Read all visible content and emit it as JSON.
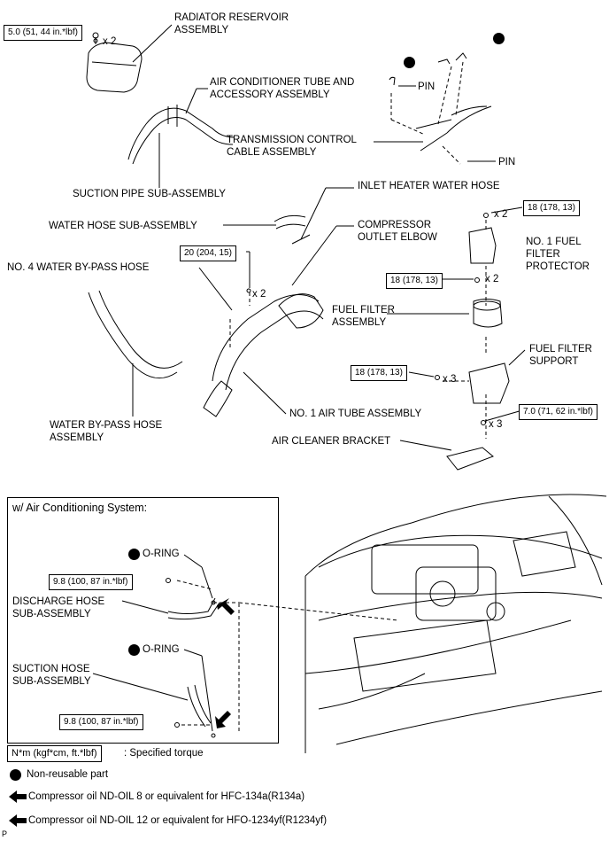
{
  "labels": {
    "radiator_reservoir": "RADIATOR RESERVOIR\nASSEMBLY",
    "ac_tube": "AIR CONDITIONER TUBE AND\nACCESSORY ASSEMBLY",
    "pin_top": "PIN",
    "pin_bottom": "PIN",
    "transmission_cable": "TRANSMISSION CONTROL\nCABLE ASSEMBLY",
    "suction_pipe": "SUCTION PIPE SUB-ASSEMBLY",
    "inlet_heater_hose": "INLET HEATER WATER HOSE",
    "water_hose_sub": "WATER HOSE SUB-ASSEMBLY",
    "compressor_outlet_elbow": "COMPRESSOR\nOUTLET ELBOW",
    "no1_fuel_filter_protector": "NO. 1 FUEL\nFILTER\nPROTECTOR",
    "no4_water_bypass": "NO. 4 WATER BY-PASS HOSE",
    "fuel_filter_assembly": "FUEL FILTER\nASSEMBLY",
    "fuel_filter_support": "FUEL FILTER\nSUPPORT",
    "no1_air_tube": "NO. 1 AIR TUBE ASSEMBLY",
    "water_bypass_hose": "WATER BY-PASS HOSE\nASSEMBLY",
    "air_cleaner_bracket": "AIR CLEANER BRACKET",
    "ac_system_title": "w/ Air Conditioning System:",
    "oring_1": "O-RING",
    "oring_2": "O-RING",
    "discharge_hose": "DISCHARGE HOSE\nSUB-ASSEMBLY",
    "suction_hose": "SUCTION HOSE\nSUB-ASSEMBLY"
  },
  "torques": {
    "reservoir": "5.0 (51, 44 in.*lbf)",
    "air_tube": "20 (204, 15)",
    "protector": "18 (178, 13)",
    "fuel_filter": "18 (178, 13)",
    "support": "18 (178, 13)",
    "bracket": "7.0 (71, 62 in.*lbf)",
    "discharge": "9.8 (100, 87 in.*lbf)",
    "suction": "9.8 (100, 87 in.*lbf)"
  },
  "quantities": {
    "reservoir": "x 2",
    "air_tube": "x 2",
    "protector": "x 2",
    "fuel_filter": "x 2",
    "support": "x 3",
    "bracket": "x 3"
  },
  "legend": {
    "torque_unit_box": "N*m (kgf*cm, ft.*lbf)",
    "torque_desc": ": Specified torque",
    "non_reusable": "Non-reusable part",
    "oil_r134a": "Compressor oil ND-OIL 8 or equivalent for HFC-134a(R134a)",
    "oil_r1234yf": "Compressor oil ND-OIL 12 or equivalent for HFO-1234yf(R1234yf)"
  },
  "page_marker": "P"
}
